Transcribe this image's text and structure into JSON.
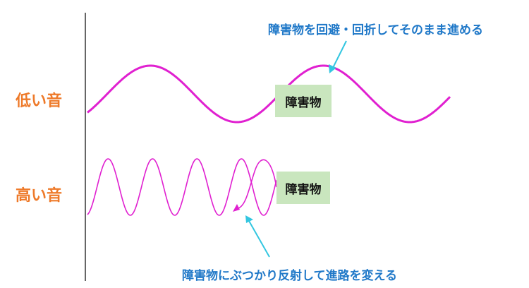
{
  "labels": {
    "low_sound": "低い音",
    "high_sound": "高い音"
  },
  "obstacles": {
    "low": "障害物",
    "high": "障害物"
  },
  "captions": {
    "top": "障害物を回避・回折してそのまま進める",
    "bottom": "障害物にぶつかり反射して進路を変える"
  },
  "colors": {
    "wave": "#e020d0",
    "arrow": "#33c6e0",
    "caption": "#1f78c8",
    "label": "#ee7a2a",
    "obstacle_fill": "#c9e6be"
  }
}
